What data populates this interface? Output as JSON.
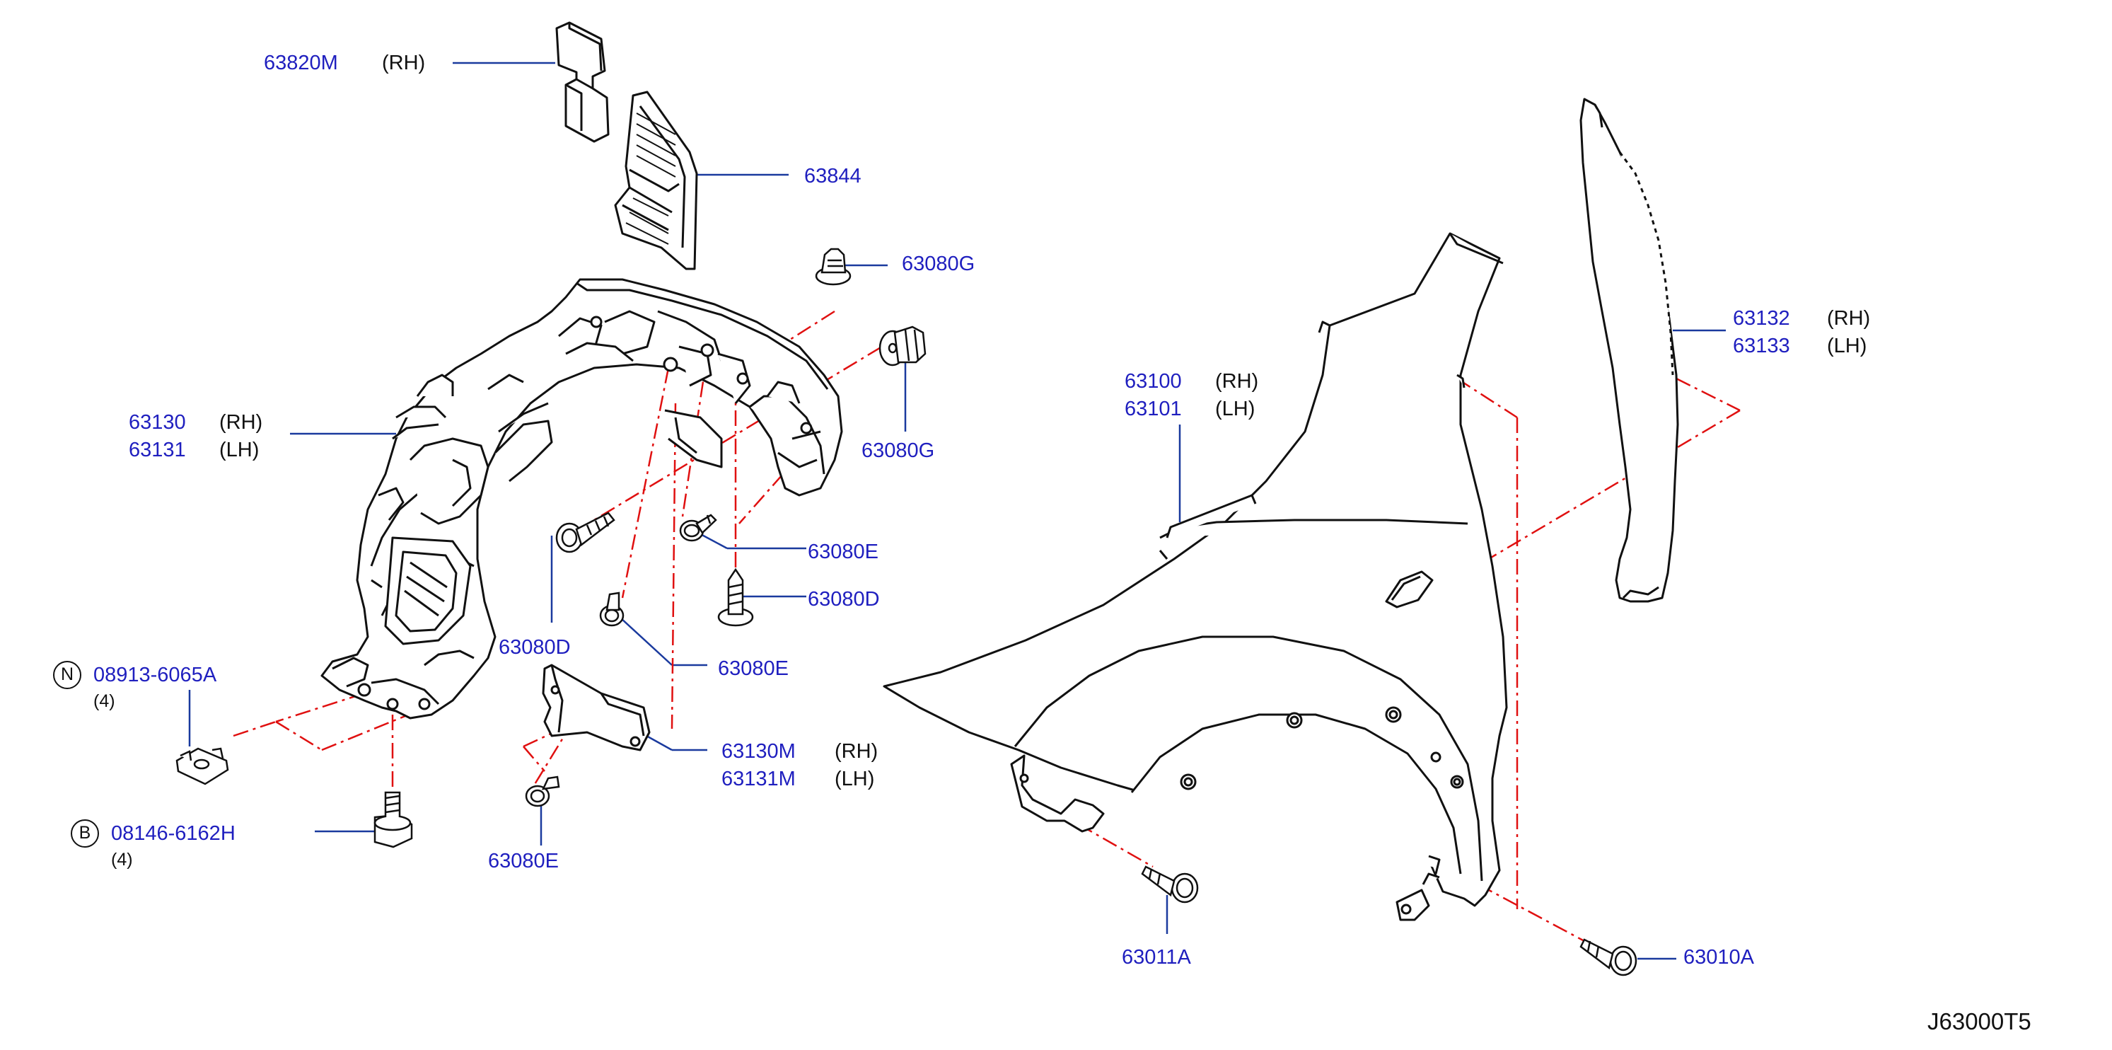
{
  "colors": {
    "part_number": "#1f1fbf",
    "leader": "#1a3a9e",
    "centerline": "#e01010",
    "outline": "#111111"
  },
  "parts": {
    "p63820M": {
      "number": "63820M",
      "side": "(RH)"
    },
    "p63844": {
      "number": "63844"
    },
    "p63080G_top": {
      "number": "63080G"
    },
    "p63080G_right": {
      "number": "63080G"
    },
    "p63130": {
      "number_rh": "63130",
      "side_rh": "(RH)",
      "number_lh": "63131",
      "side_lh": "(LH)"
    },
    "p63080E_a": {
      "number": "63080E"
    },
    "p63080D_right": {
      "number": "63080D"
    },
    "p63080D_left": {
      "number": "63080D"
    },
    "p63080E_b": {
      "number": "63080E"
    },
    "p63130M": {
      "number_rh": "63130M",
      "side_rh": "(RH)",
      "number_lh": "63131M",
      "side_lh": "(LH)"
    },
    "p63080E_c": {
      "number": "63080E"
    },
    "p08913": {
      "prefix": "N",
      "number": "08913-6065A",
      "qty": "(4)"
    },
    "p08146": {
      "prefix": "B",
      "number": "08146-6162H",
      "qty": "(4)"
    },
    "p63100": {
      "number_rh": "63100",
      "side_rh": "(RH)",
      "number_lh": "63101",
      "side_lh": "(LH)"
    },
    "p63132": {
      "number_rh": "63132",
      "side_rh": "(RH)",
      "number_lh": "63133",
      "side_lh": "(LH)"
    },
    "p63011A": {
      "number": "63011A"
    },
    "p63010A": {
      "number": "63010A"
    }
  },
  "diagram_code": "J63000T5"
}
